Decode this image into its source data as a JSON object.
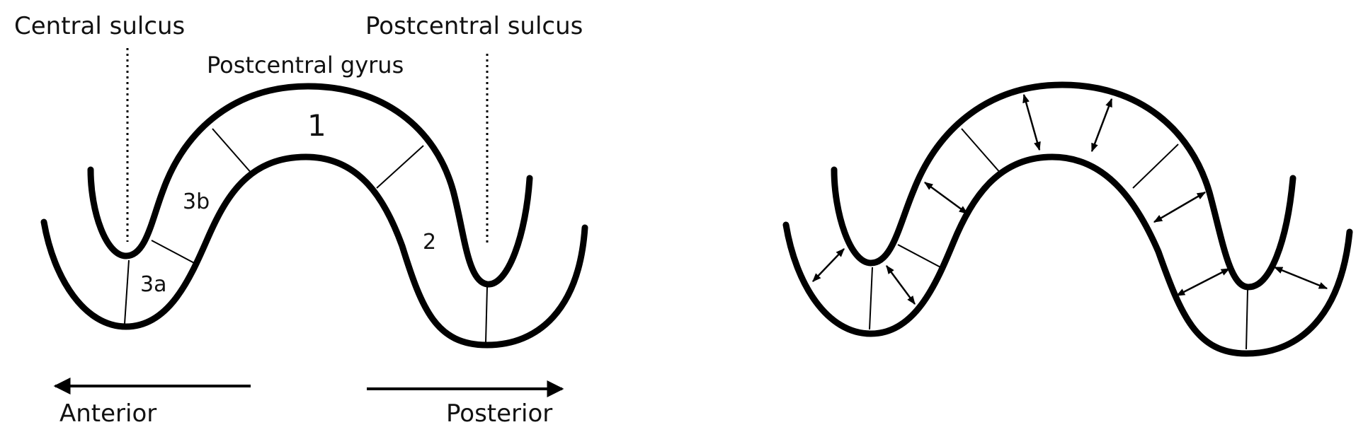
{
  "labels": {
    "central_sulcus": "Central sulcus",
    "postcentral_sulcus": "Postcentral sulcus",
    "postcentral_gyrus": "Postcentral gyrus",
    "area_1": "1",
    "area_2": "2",
    "area_3a": "3a",
    "area_3b": "3b",
    "anterior": "Anterior",
    "posterior": "Posterior"
  }
}
